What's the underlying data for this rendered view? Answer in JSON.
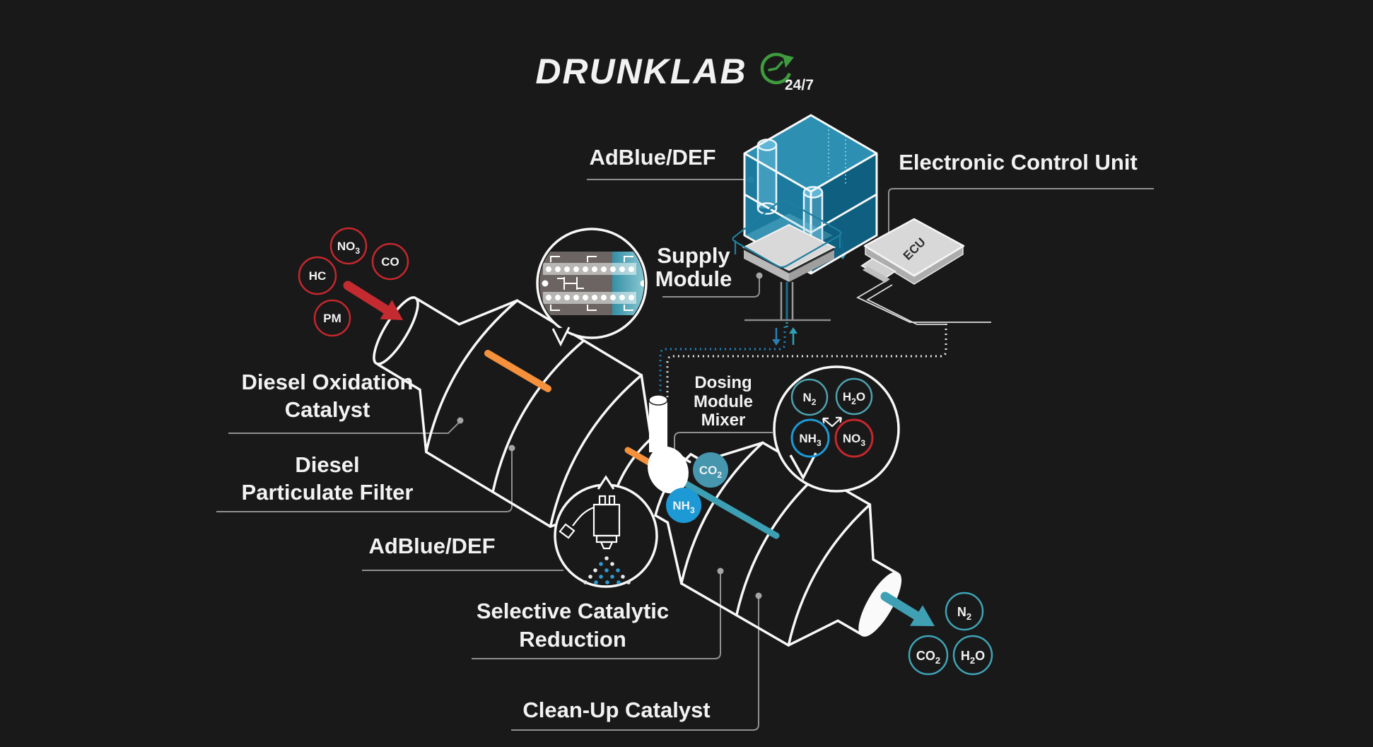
{
  "title_brand": "DRUNKLAB",
  "badge": "24/7",
  "labels": {
    "adblue_tank": "AdBlue/DEF",
    "ecu_title": "Electronic Control Unit",
    "ecu_chip": "ECU",
    "supply1": "Supply",
    "supply2": "Module",
    "doc1": "Diesel Oxidation",
    "doc2": "Catalyst",
    "dpf1": "Diesel",
    "dpf2": "Particulate Filter",
    "adblue_injector": "AdBlue/DEF",
    "dosing1": "Dosing",
    "dosing2": "Module",
    "dosing3": "Mixer",
    "scr1": "Selective Catalytic",
    "scr2": "Reduction",
    "cleanup": "Clean-Up Catalyst"
  },
  "molecules": {
    "inlet": [
      {
        "pre": "NO",
        "sub": "3",
        "post": ""
      },
      {
        "pre": "CO",
        "sub": "",
        "post": ""
      },
      {
        "pre": "HC",
        "sub": "",
        "post": ""
      },
      {
        "pre": "PM",
        "sub": "",
        "post": ""
      }
    ],
    "cluster": [
      {
        "pre": "N",
        "sub": "2",
        "post": ""
      },
      {
        "pre": "H",
        "sub": "2",
        "post": "O"
      },
      {
        "pre": "NH",
        "sub": "3",
        "post": ""
      },
      {
        "pre": "NO",
        "sub": "3",
        "post": ""
      }
    ],
    "flow": [
      {
        "pre": "CO",
        "sub": "2",
        "post": ""
      },
      {
        "pre": "NH",
        "sub": "3",
        "post": ""
      }
    ],
    "outlet": [
      {
        "pre": "N",
        "sub": "2",
        "post": ""
      },
      {
        "pre": "CO",
        "sub": "2",
        "post": ""
      },
      {
        "pre": "H",
        "sub": "2",
        "post": "O"
      }
    ]
  },
  "colors": {
    "background": "#191919",
    "pollutant_red": "#C5272D",
    "ammonia_blue": "#1D99D5",
    "clean_teal": "#3FA3B6",
    "def_tank_blue": "#1E7FA4",
    "stripe_orange": "#F5913C",
    "logo_green": "#3E9B3E",
    "outline_white": "#F8F8F8"
  }
}
